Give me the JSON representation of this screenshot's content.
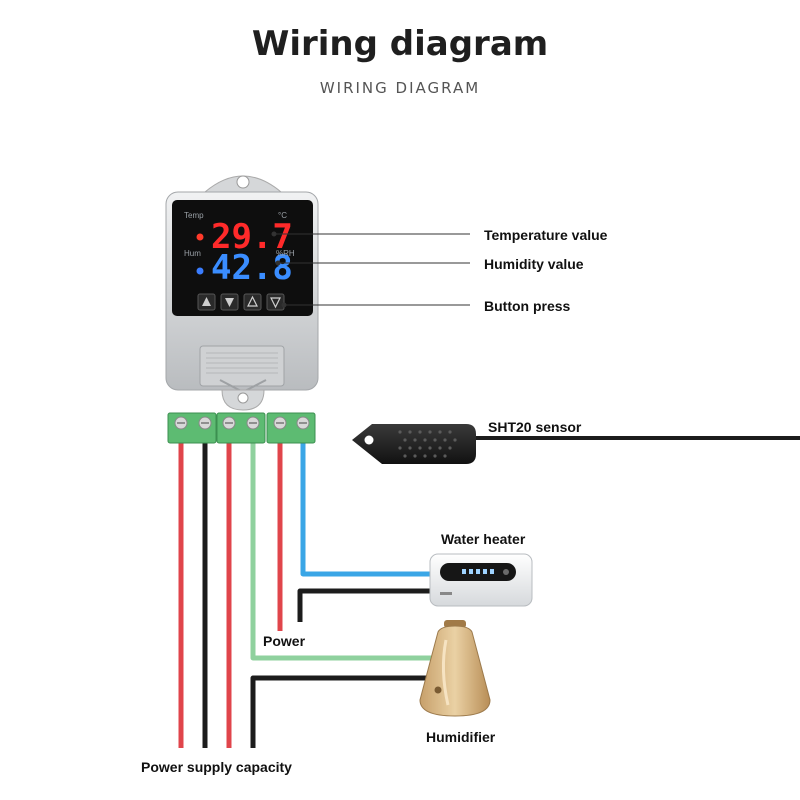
{
  "title": "Wiring diagram",
  "subtitle": "WIRING DIAGRAM",
  "device": {
    "temp_label": "Temp",
    "temp_value": "29.7",
    "temp_unit": "°C",
    "hum_label": "Hum",
    "hum_value": "42.8",
    "hum_unit": "%RH"
  },
  "callouts": {
    "temperature": "Temperature value",
    "humidity": "Humidity value",
    "buttons": "Button press"
  },
  "labels": {
    "sensor": "SHT20 sensor",
    "water_heater": "Water heater",
    "power": "Power",
    "humidifier": "Humidifier",
    "power_supply": "Power supply capacity"
  },
  "colors": {
    "red_wire": "#e0454b",
    "black_wire": "#1c1c1c",
    "green_wire": "#8fd19e",
    "blue_wire": "#3aa6e6",
    "temp_digits": "#ff2a2a",
    "hum_digits": "#3a8dff",
    "terminal": "#5dbb72"
  }
}
